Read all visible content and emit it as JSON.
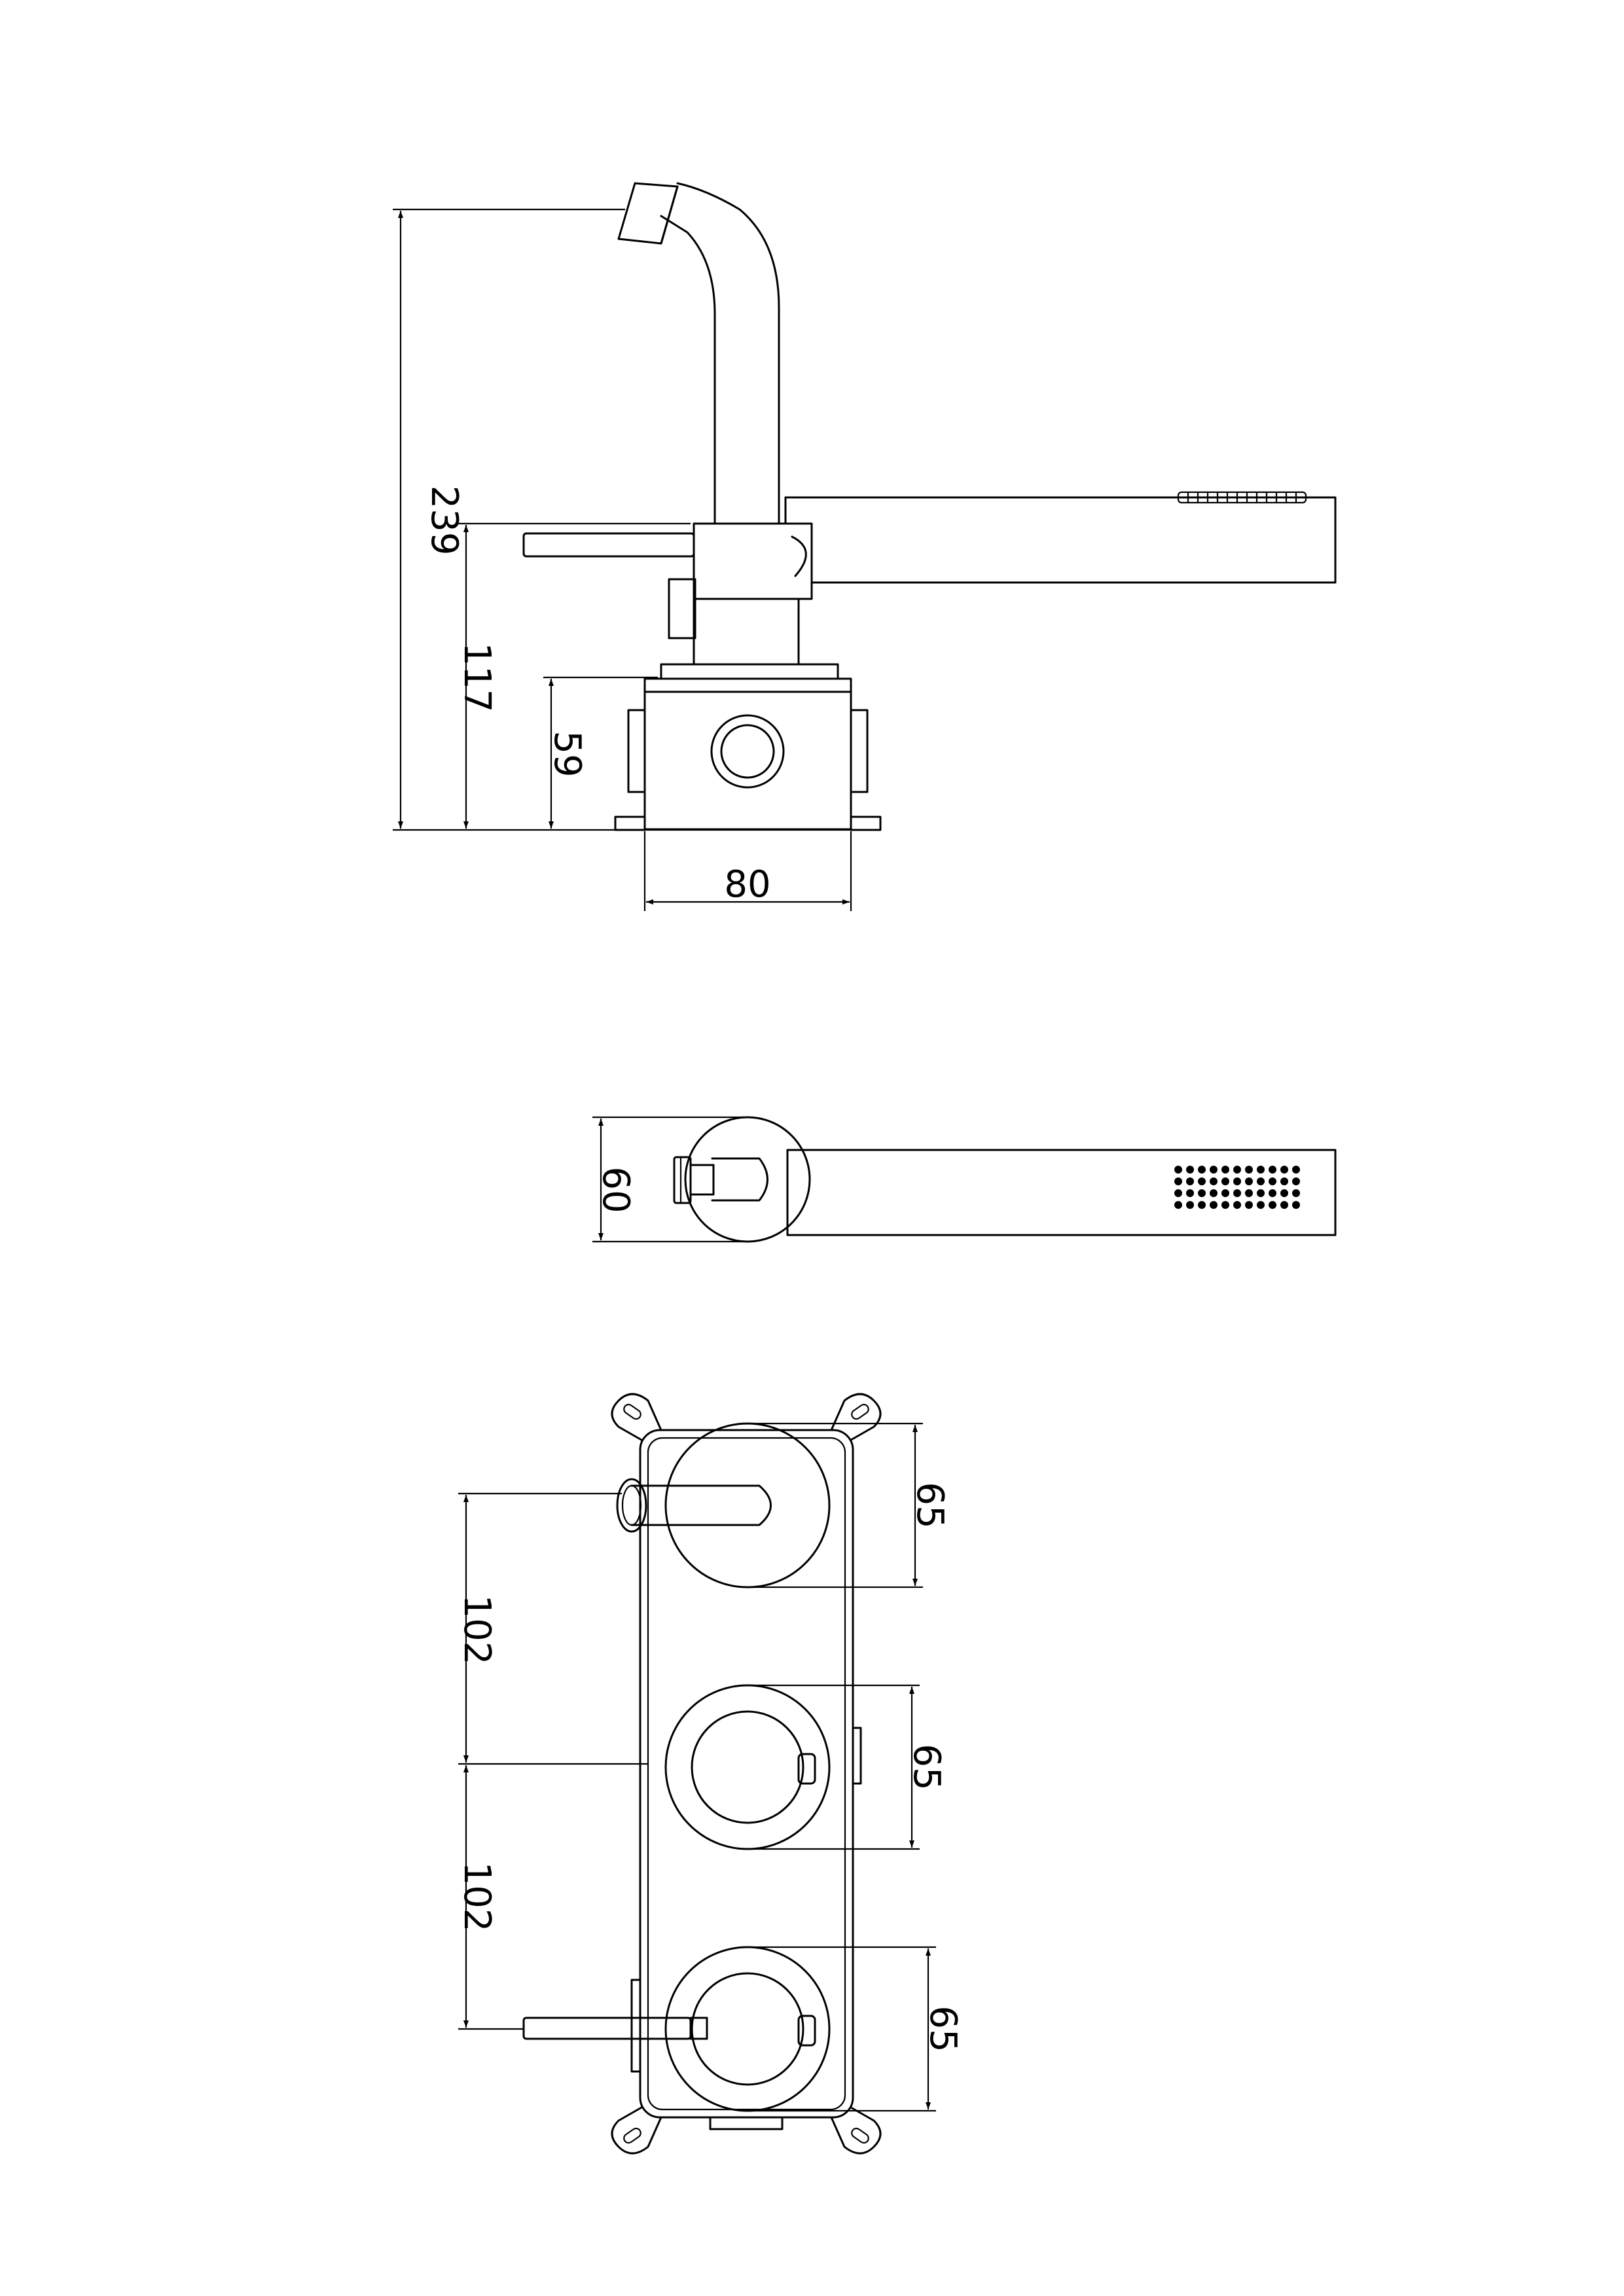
{
  "side_view": {
    "dimensions": {
      "total_height": "239",
      "lever_height": "117",
      "box_height": "59",
      "box_width": "80"
    }
  },
  "top_view": {
    "dimensions": {
      "depth": "60"
    }
  },
  "front_view": {
    "dimensions": {
      "top_rosette": "65",
      "middle_rosette": "65",
      "bottom_rosette": "65",
      "upper_spacing": "102",
      "lower_spacing": "102"
    }
  }
}
